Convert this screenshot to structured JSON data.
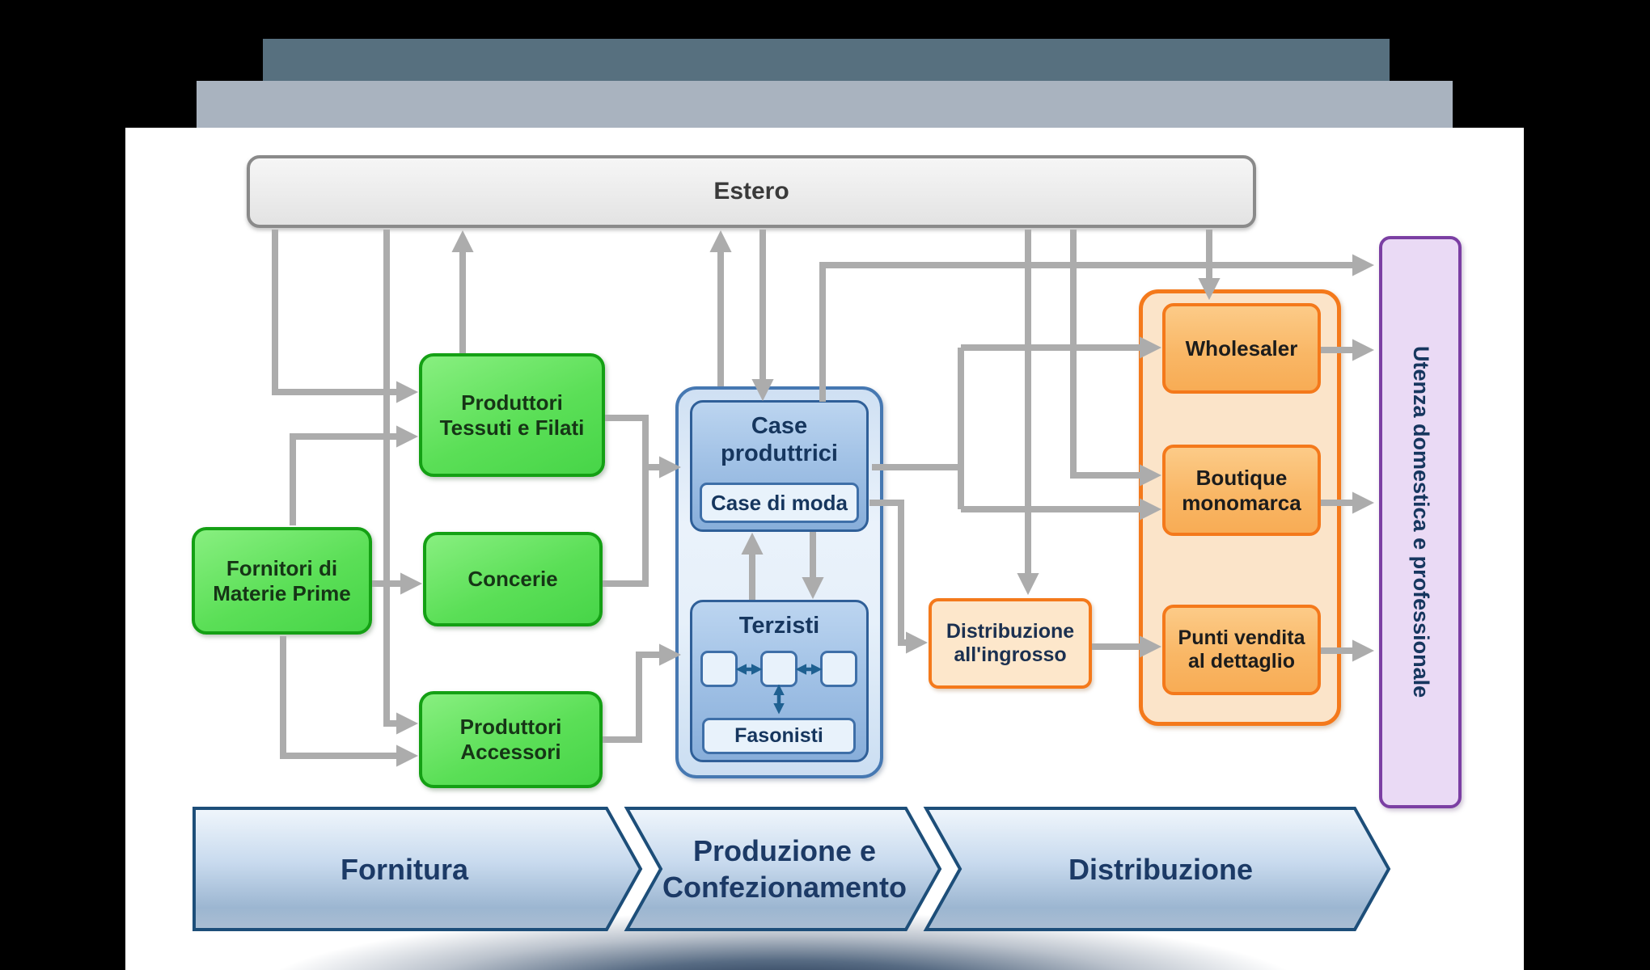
{
  "slide": {
    "estero": {
      "label": "Estero"
    },
    "supply": {
      "fornitori": {
        "label": "Fornitori di\nMaterie Prime"
      },
      "tessuti": {
        "label": "Produttori\nTessuti e Filati"
      },
      "concerie": {
        "label": "Concerie"
      },
      "accessori": {
        "label": "Produttori\nAccessori"
      }
    },
    "production": {
      "case_produttrici": {
        "label": "Case\nproduttrici"
      },
      "case_di_moda": {
        "label": "Case di moda"
      },
      "terzisti": {
        "label": "Terzisti"
      },
      "fasonisti": {
        "label": "Fasonisti"
      }
    },
    "distribution": {
      "wholesaler": {
        "label": "Wholesaler"
      },
      "boutique": {
        "label": "Boutique\nmonomarca"
      },
      "punti_vendita": {
        "label": "Punti vendita\nal dettaglio"
      },
      "ingrosso": {
        "label": "Distribuzione\nall'ingrosso"
      }
    },
    "utenza": {
      "label": "Utenza domestica e professionale"
    },
    "phases": [
      {
        "label": "Fornitura"
      },
      {
        "label": "Produzione e\nConfezionamento"
      },
      {
        "label": "Distribuzione"
      }
    ],
    "edges": [
      {
        "from": "estero",
        "to": "produttori-tessuti-filati"
      },
      {
        "from": "produttori-tessuti-filati",
        "to": "estero"
      },
      {
        "from": "estero",
        "to": "produttori-accessori"
      },
      {
        "from": "fornitori-materie-prime",
        "to": "produttori-tessuti-filati"
      },
      {
        "from": "fornitori-materie-prime",
        "to": "concerie"
      },
      {
        "from": "fornitori-materie-prime",
        "to": "produttori-accessori"
      },
      {
        "from": "produttori-tessuti-filati",
        "to": "case-produttrici"
      },
      {
        "from": "concerie",
        "to": "case-produttrici"
      },
      {
        "from": "produttori-accessori",
        "to": "terzisti"
      },
      {
        "from": "estero",
        "to": "case-produttrici"
      },
      {
        "from": "case-produttrici",
        "to": "estero"
      },
      {
        "from": "case-produttrici",
        "to": "terzisti"
      },
      {
        "from": "terzisti",
        "to": "case-produttrici"
      },
      {
        "from": "terzisti",
        "to": "fasonisti",
        "bidirectional": true
      },
      {
        "from": "case-produttrici",
        "to": "utenza-domestica-professionale"
      },
      {
        "from": "case-produttrici",
        "to": "wholesaler"
      },
      {
        "from": "case-produttrici",
        "to": "boutique-monomarca"
      },
      {
        "from": "case-di-moda",
        "to": "distribuzione-ingrosso"
      },
      {
        "from": "estero",
        "to": "distribuzione-ingrosso"
      },
      {
        "from": "estero",
        "to": "boutique-monomarca"
      },
      {
        "from": "estero",
        "to": "wholesaler"
      },
      {
        "from": "distribuzione-ingrosso",
        "to": "punti-vendita-dettaglio"
      },
      {
        "from": "wholesaler",
        "to": "utenza-domestica-professionale"
      },
      {
        "from": "boutique-monomarca",
        "to": "utenza-domestica-professionale"
      },
      {
        "from": "punti-vendita-dettaglio",
        "to": "utenza-domestica-professionale"
      }
    ],
    "colors": {
      "background": "#000000",
      "bar_dark": "#57707F",
      "bar_light": "#A9B3BF",
      "estero_fill": "#EDEDED",
      "estero_border": "#8A8A8A",
      "green_fill": "#5BDF57",
      "green_border": "#14A014",
      "blue_container_fill": "#E6F0FA",
      "blue_box_fill": "#A2C2E6",
      "blue_border": "#2F5F98",
      "blue_sub_fill": "#E8F2FB",
      "orange_border": "#F4791B",
      "orange_box_fill": "#F9B766",
      "orange_container_fill": "#FBE4C9",
      "purple_fill": "#EADAF5",
      "purple_border": "#7B3FA3",
      "arrow_gray": "#ACACAC",
      "arrow_blue": "#1E6091",
      "navy_text": "#16365E",
      "chevron_border": "#1D4E79"
    }
  }
}
